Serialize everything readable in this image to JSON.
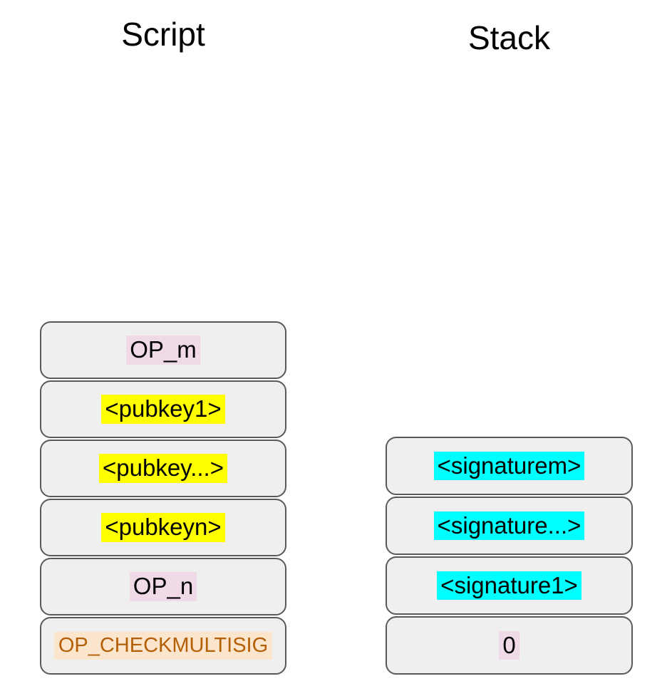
{
  "titles": {
    "script": "Script",
    "stack": "Stack"
  },
  "script_column": {
    "title": "Script",
    "items": [
      {
        "label": "OP_m",
        "highlight": "pink"
      },
      {
        "label": "<pubkey1>",
        "highlight": "yellow"
      },
      {
        "label": "<pubkey...>",
        "highlight": "yellow"
      },
      {
        "label": "<pubkeyn>",
        "highlight": "yellow"
      },
      {
        "label": "OP_n",
        "highlight": "pink"
      },
      {
        "label": "OP_CHECKMULTISIG",
        "highlight": "peach"
      }
    ]
  },
  "stack_column": {
    "title": "Stack",
    "items": [
      {
        "label": "<signaturem>",
        "highlight": "cyan"
      },
      {
        "label": "<signature...>",
        "highlight": "cyan"
      },
      {
        "label": "<signature1>",
        "highlight": "cyan"
      },
      {
        "label": "0",
        "highlight": "pink"
      }
    ]
  },
  "colors": {
    "box_fill": "#efefef",
    "box_border": "#595959",
    "highlight_pink": "#f0dae7",
    "highlight_yellow": "#ffff00",
    "highlight_cyan": "#00ffff",
    "highlight_peach": "#fce5cd",
    "opcode_orange_text": "#b45f06"
  }
}
